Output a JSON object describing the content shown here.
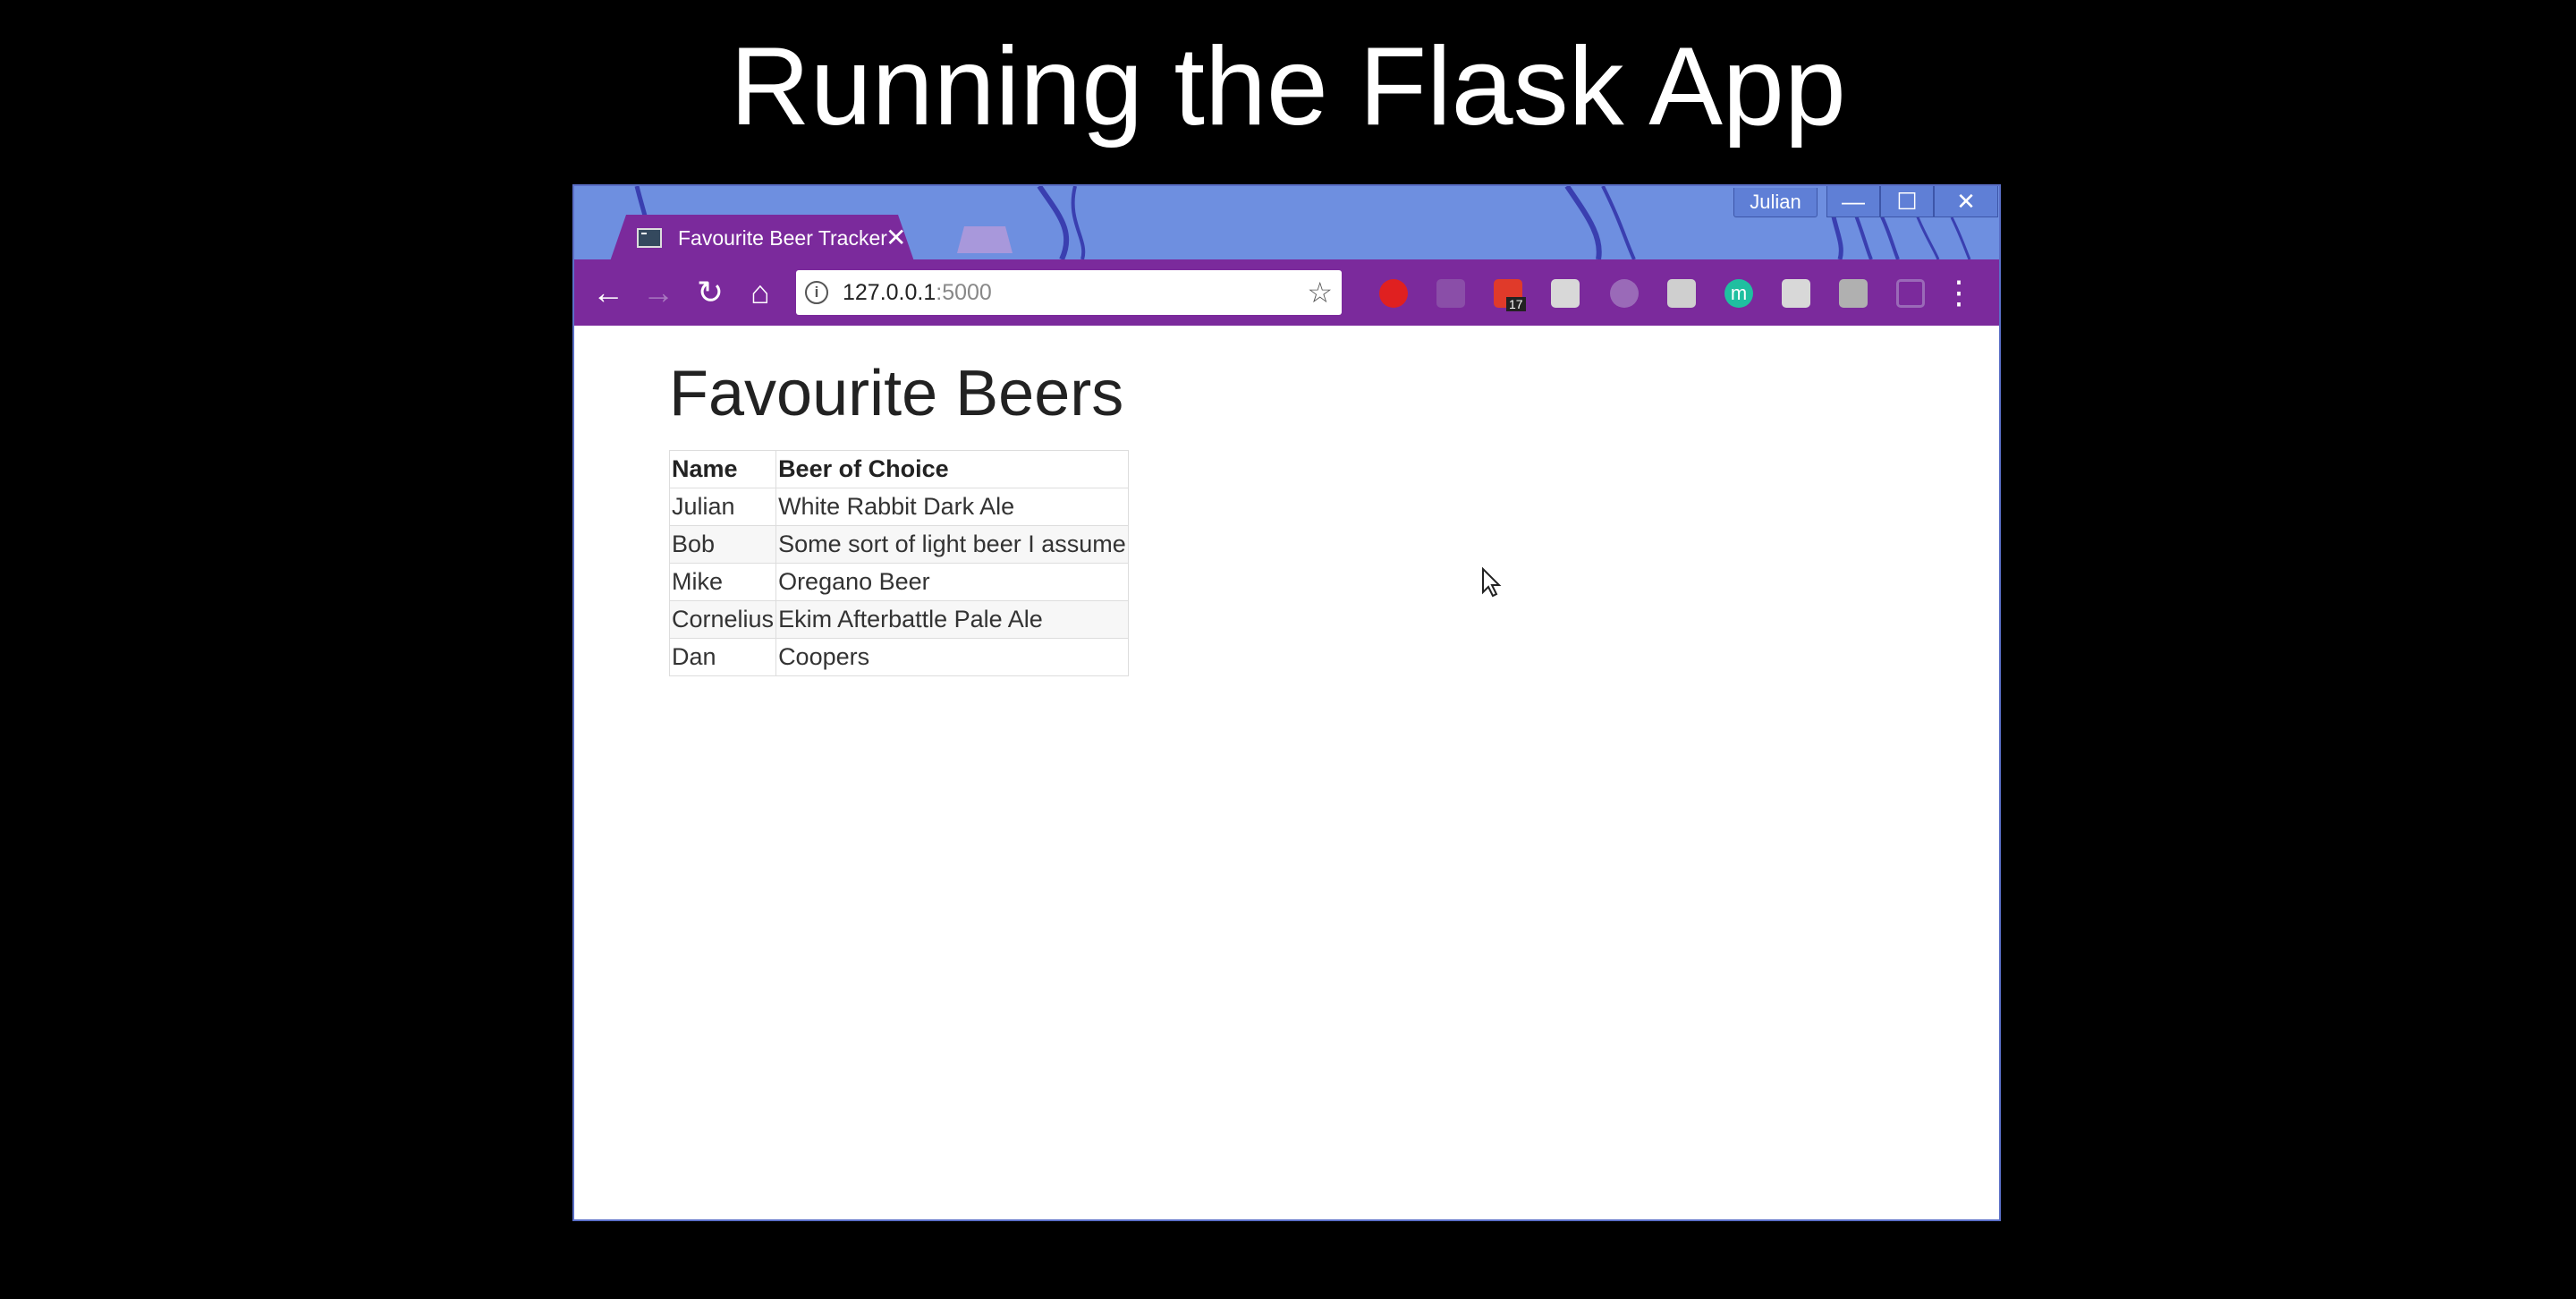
{
  "slide": {
    "title": "Running the Flask App"
  },
  "browser": {
    "profile_name": "Julian",
    "tab": {
      "title": "Favourite Beer Tracker",
      "close": "✕"
    },
    "window_controls": {
      "minimize": "—",
      "maximize": "☐",
      "close": "✕"
    },
    "nav": {
      "back": "←",
      "forward": "→",
      "reload": "↻",
      "home": "⌂"
    },
    "address": {
      "host": "127.0.0.1",
      "port": ":5000",
      "info": "i",
      "bookmark": "☆"
    },
    "extensions": [
      {
        "name": "adblock-icon",
        "color": "#e02020"
      },
      {
        "name": "pocket-icon",
        "color": "#8a4ea8"
      },
      {
        "name": "todoist-icon",
        "color": "#e03a2a",
        "badge": "17"
      },
      {
        "name": "notes-icon",
        "color": "#d8d8d8"
      },
      {
        "name": "extension-circle-icon",
        "color": "#9a6ab8"
      },
      {
        "name": "extension-square-icon",
        "color": "#cfcfcf"
      },
      {
        "name": "m-extension-icon",
        "color": "#1fbfa0",
        "label": "m"
      },
      {
        "name": "eye-extension-icon",
        "color": "#d8d8d8"
      },
      {
        "name": "grey-extension-icon",
        "color": "#b0b0b0"
      },
      {
        "name": "cast-icon",
        "color": "#9a6ab8"
      }
    ],
    "menu": "⋮"
  },
  "page": {
    "heading": "Favourite Beers",
    "table": {
      "headers": [
        "Name",
        "Beer of Choice"
      ],
      "rows": [
        [
          "Julian",
          "White Rabbit Dark Ale"
        ],
        [
          "Bob",
          "Some sort of light beer I assume"
        ],
        [
          "Mike",
          "Oregano Beer"
        ],
        [
          "Cornelius",
          "Ekim Afterbattle Pale Ale"
        ],
        [
          "Dan",
          "Coopers"
        ]
      ]
    }
  },
  "colors": {
    "tab_purple": "#7b2a9c",
    "frame_blue": "#6e8fe0"
  }
}
